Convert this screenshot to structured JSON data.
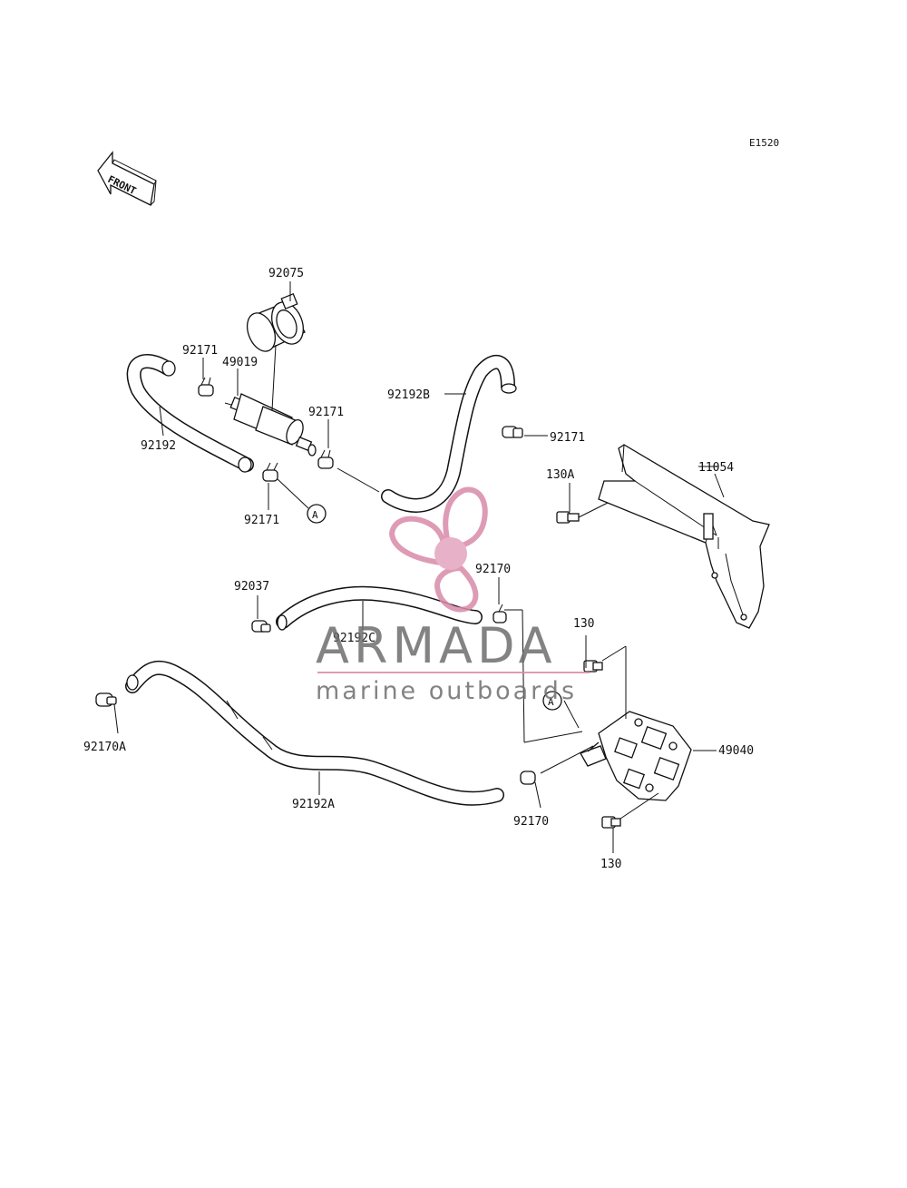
{
  "diagram_code": "E1520",
  "front_label": "FRONT",
  "parts": {
    "p92075": "92075",
    "p92171_a": "92171",
    "p49019": "49019",
    "p92192": "92192",
    "p92171_b": "92171",
    "p92171_c": "92171",
    "p92192B": "92192B",
    "p92171_d": "92171",
    "p11054": "11054",
    "p130A": "130A",
    "p92170_a": "92170",
    "p92037": "92037",
    "p92192C": "92192C",
    "p130_a": "130",
    "p92170A": "92170A",
    "p49040": "49040",
    "p92192A": "92192A",
    "p92170_b": "92170",
    "p130_b": "130"
  },
  "markers": {
    "a1": "A",
    "a2": "A"
  },
  "watermark": {
    "brand": "ARMADA",
    "tagline": "marine outboards",
    "brand_color": "#6e6e6e",
    "logo_color": "#e3a5bf",
    "logo_line_color": "#d98aa9"
  }
}
